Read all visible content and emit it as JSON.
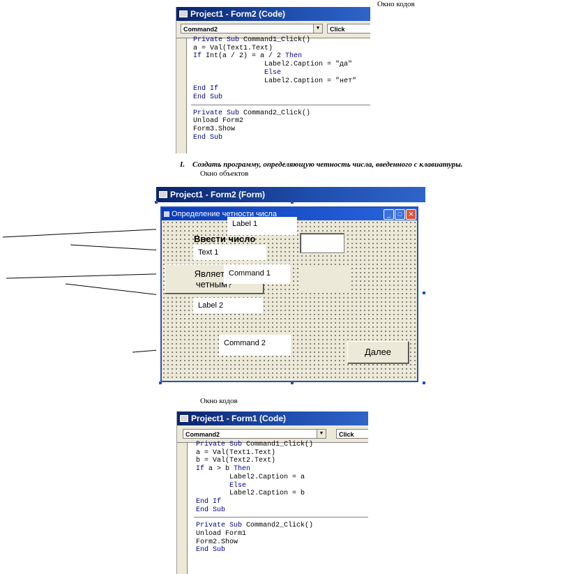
{
  "top_caption": "Окно кодов",
  "code_window_1": {
    "title": "Project1 - Form2 (Code)",
    "object_combo": "Command2",
    "event_combo": "Click",
    "lines": [
      [
        {
          "t": "Private Sub ",
          "k": true
        },
        {
          "t": "Command1_Click()"
        }
      ],
      [
        {
          "t": "a = Val(Text1.Text)"
        }
      ],
      [
        {
          "t": "If ",
          "k": true
        },
        {
          "t": "Int(a / 2) = a / 2 "
        },
        {
          "t": "Then",
          "k": true
        }
      ],
      [
        {
          "t": "                 Label2.Caption = \"да\""
        }
      ],
      [
        {
          "t": "                 "
        },
        {
          "t": "Else",
          "k": true
        }
      ],
      [
        {
          "t": "                 Label2.Caption = \"нет\""
        }
      ],
      [
        {
          "t": "End If",
          "k": true
        }
      ],
      [
        {
          "t": "End Sub",
          "k": true
        }
      ],
      "sep",
      [
        {
          "t": "Private Sub ",
          "k": true
        },
        {
          "t": "Command2_Click()"
        }
      ],
      [
        {
          "t": "Unload Form2"
        }
      ],
      [
        {
          "t": "Form3.Show"
        }
      ],
      [
        {
          "t": "End Sub",
          "k": true
        }
      ]
    ]
  },
  "task": {
    "number": "I.",
    "text": "Создать программу, определяющую четность числа, введенного с клавиатуры."
  },
  "objects_caption": "Окно объектов",
  "designer": {
    "title": "Project1 - Form2 (Form)",
    "form_title": "Определение четности числа",
    "label_big": "Ввести число",
    "command1_text_line1": "Является",
    "command1_text_line2": "четным?",
    "next_button": "Далее",
    "callouts": {
      "label1": "Label 1",
      "text1": "Text 1",
      "command1": "Command 1",
      "label2": "Label 2",
      "command2": "Command 2"
    }
  },
  "bottom_caption": "Окно кодов",
  "code_window_2": {
    "title": "Project1 - Form1 (Code)",
    "object_combo": "Command2",
    "event_combo": "Click",
    "lines": [
      [
        {
          "t": "Private Sub ",
          "k": true
        },
        {
          "t": "Command1_Click()"
        }
      ],
      [
        {
          "t": "a = Val(Text1.Text)"
        }
      ],
      [
        {
          "t": "b = Val(Text2.Text)"
        }
      ],
      [
        {
          "t": "If ",
          "k": true
        },
        {
          "t": "a > b "
        },
        {
          "t": "Then",
          "k": true
        }
      ],
      [
        {
          "t": "        Label2.Caption = a"
        }
      ],
      [
        {
          "t": "        "
        },
        {
          "t": "Else",
          "k": true
        }
      ],
      [
        {
          "t": "        Label2.Caption = b"
        }
      ],
      [
        {
          "t": "End If",
          "k": true
        }
      ],
      [
        {
          "t": "End Sub",
          "k": true
        }
      ],
      "sep",
      [
        {
          "t": "Private Sub ",
          "k": true
        },
        {
          "t": "Command2_Click()"
        }
      ],
      [
        {
          "t": "Unload Form1"
        }
      ],
      [
        {
          "t": "Form2.Show"
        }
      ],
      [
        {
          "t": "End Sub",
          "k": true
        }
      ]
    ]
  },
  "colors": {
    "titlebar": "#0a246a",
    "keyword": "#00008b",
    "form_bg": "#ece9d8",
    "form_border": "#2450b8"
  }
}
